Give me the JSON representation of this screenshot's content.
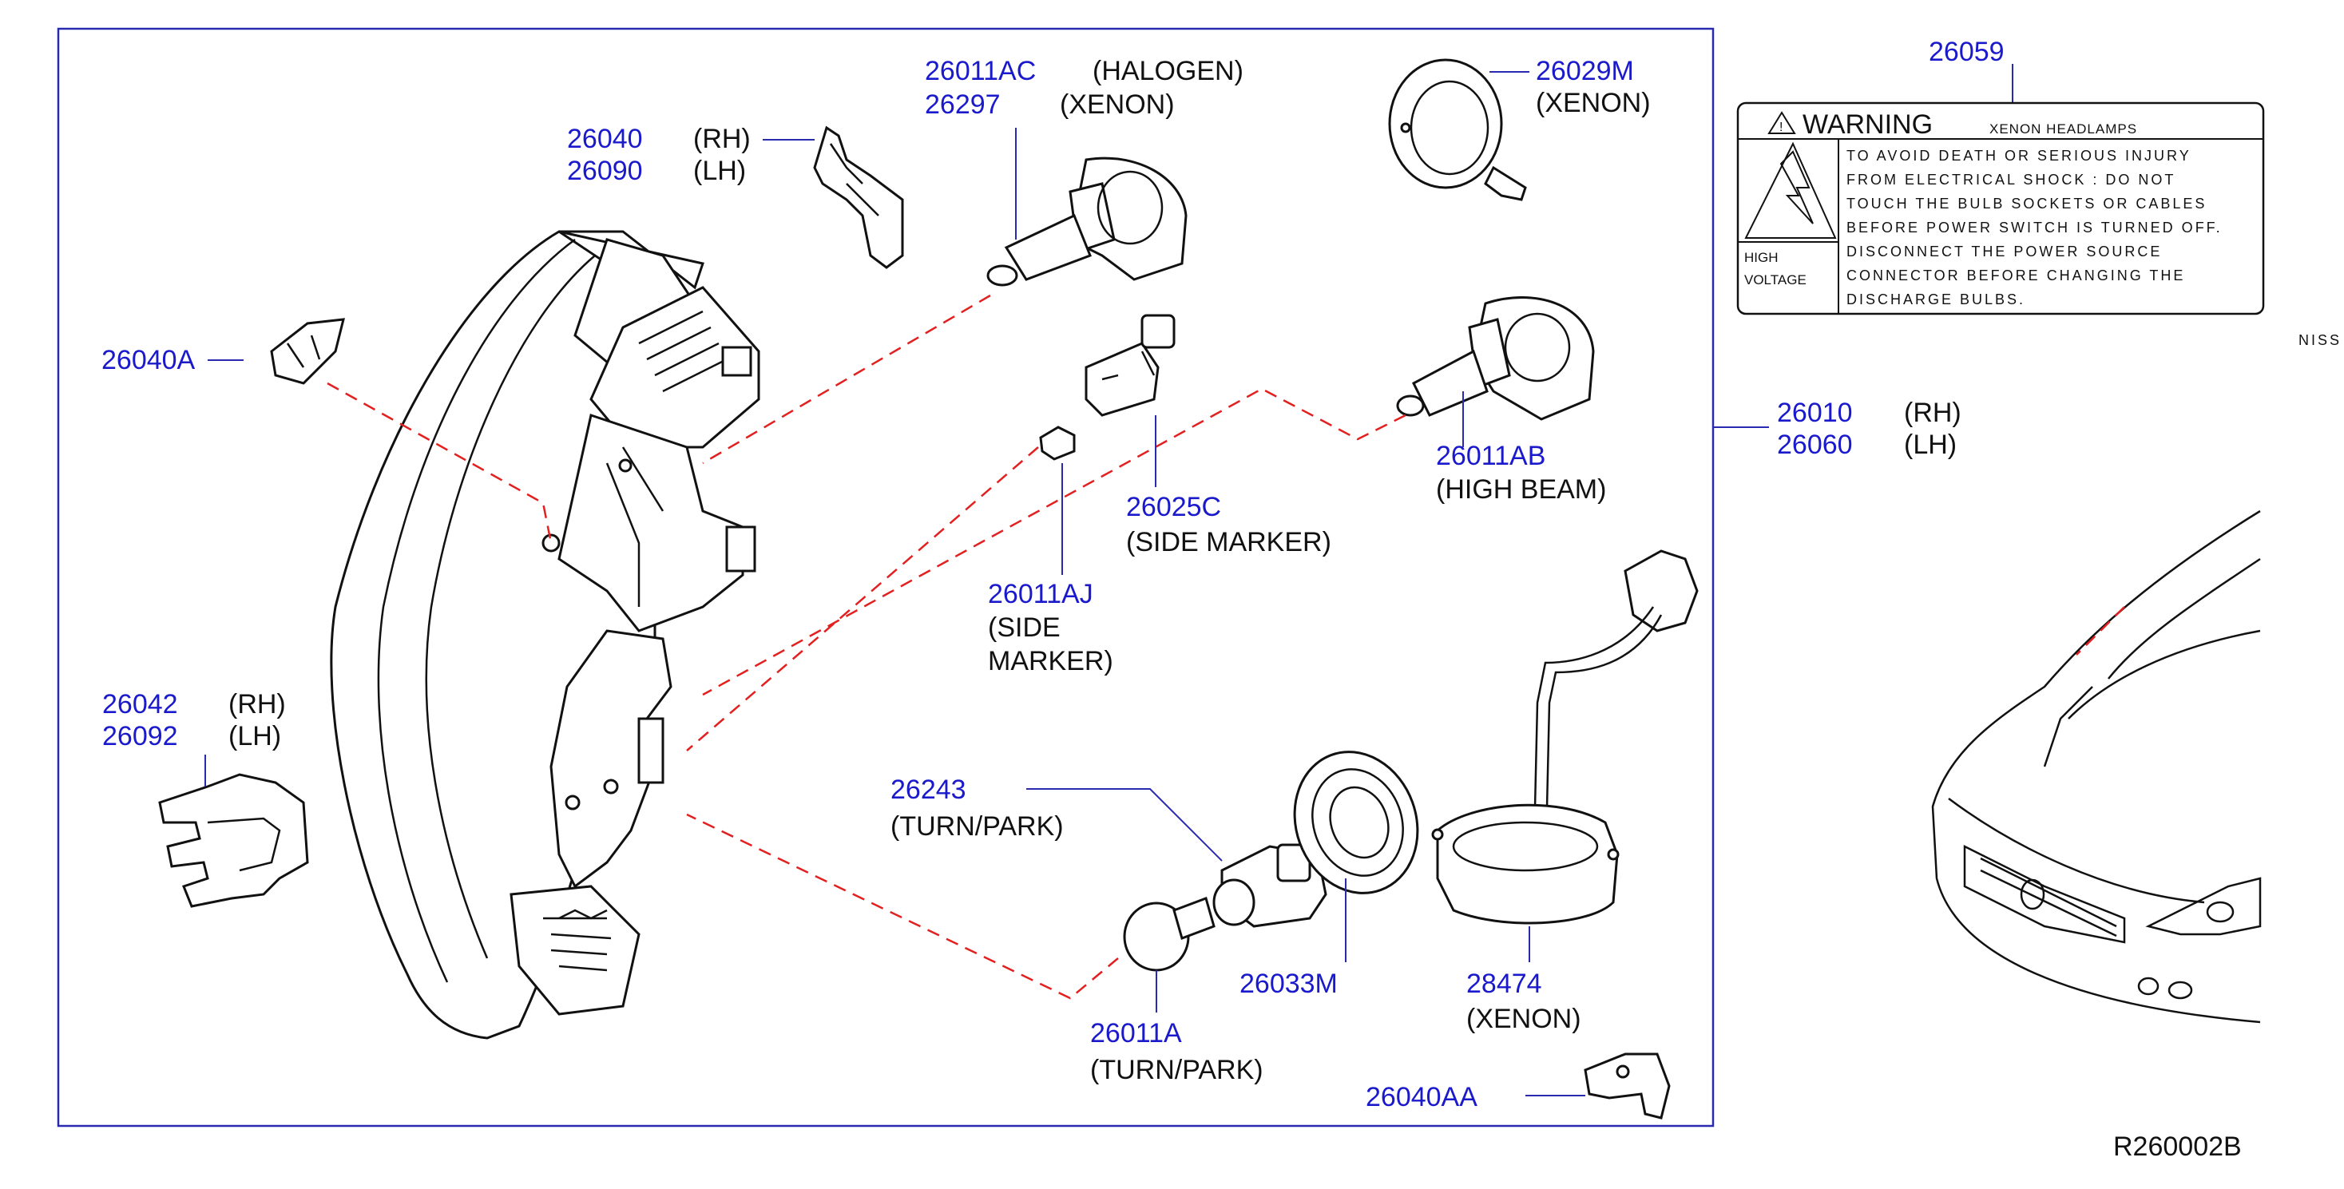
{
  "colors": {
    "part_number": "#1a1acc",
    "leader": "#2a2ab0",
    "dash": "#e32020",
    "frame": "#2a2ab0",
    "ink": "#111111"
  },
  "callouts": {
    "c26011AC": {
      "pn": "26011AC",
      "label": "(HALOGEN)"
    },
    "c26297": {
      "pn": "26297",
      "label": "(XENON)"
    },
    "c26029M": {
      "pn": "26029M",
      "label": "(XENON)"
    },
    "c26040": {
      "pn": "26040",
      "label": "(RH)"
    },
    "c26090": {
      "pn": "26090",
      "label": "(LH)"
    },
    "c26040A": {
      "pn": "26040A"
    },
    "c26010": {
      "pn": "26010",
      "label": "(RH)"
    },
    "c26060": {
      "pn": "26060",
      "label": "(LH)"
    },
    "c26011AB": {
      "pn": "26011AB",
      "label": "(HIGH   BEAM)"
    },
    "c26025C": {
      "pn": "26025C",
      "label": "(SIDE   MARKER)"
    },
    "c26011AJ": {
      "pn": "26011AJ",
      "label1": "(SIDE",
      "label2": "MARKER)"
    },
    "c26042": {
      "pn": "26042",
      "label": "(RH)"
    },
    "c26092": {
      "pn": "26092",
      "label": "(LH)"
    },
    "c26243": {
      "pn": "26243",
      "label": "(TURN/PARK)"
    },
    "c26033M": {
      "pn": "26033M"
    },
    "c28474": {
      "pn": "28474",
      "label": "(XENON)"
    },
    "c26011A": {
      "pn": "26011A",
      "label": "(TURN/PARK)"
    },
    "c26040AA": {
      "pn": "26040AA"
    },
    "c26059": {
      "pn": "26059"
    }
  },
  "warning_label": {
    "title": "WARNING",
    "subtitle": "XENON   HEADLAMPS",
    "lines": [
      "TO  AVOID  DEATH  OR  SERIOUS  INJURY",
      "FROM  ELECTRICAL  SHOCK  :  DO  NOT",
      "TOUCH  THE  BULB  SOCKETS  OR  CABLES",
      "BEFORE  POWER  SWITCH  IS  TURNED  OFF.",
      "DISCONNECT  THE  POWER  SOURCE",
      "CONNECTOR  BEFORE  CHANGING  THE",
      "DISCHARGE  BULBS."
    ],
    "hv_line1": "HIGH",
    "hv_line2": "VOLTAGE"
  },
  "fragment_text": "NISS",
  "figure_code": "R260002B"
}
